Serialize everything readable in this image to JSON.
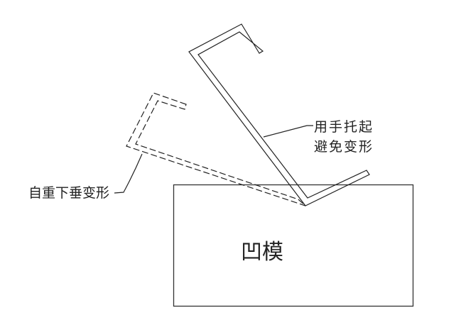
{
  "labels": {
    "hand_support_line1": "用手托起",
    "hand_support_line2": "避免变形",
    "sag_deformation": "自重下垂变形",
    "die": "凹模"
  },
  "colors": {
    "line": "#222222",
    "background": "#ffffff"
  }
}
